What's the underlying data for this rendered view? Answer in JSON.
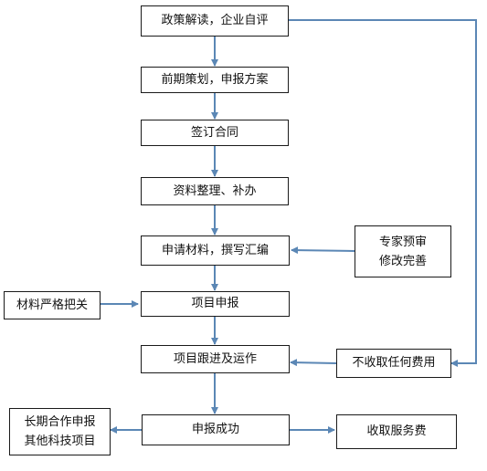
{
  "colors": {
    "connector": "#5b87b5",
    "box_border": "#1a1a1a",
    "text": "#111111"
  },
  "nodes": {
    "policy": "政策解读，企业自评",
    "planning": "前期策划，申报方案",
    "contract": "签订合同",
    "materials_sort": "资料整理、补办",
    "apply_write": "申请材料，撰写汇编",
    "project_declare": "项目申报",
    "follow_up": "项目跟进及运作",
    "success": "申报成功",
    "expert_review": [
      "专家预审",
      "修改完善"
    ],
    "strict_check": "材料严格把关",
    "no_fee": "不收取任何费用",
    "service_fee": "收取服务费",
    "long_term": [
      "长期合作申报",
      "其他科技项目"
    ]
  }
}
